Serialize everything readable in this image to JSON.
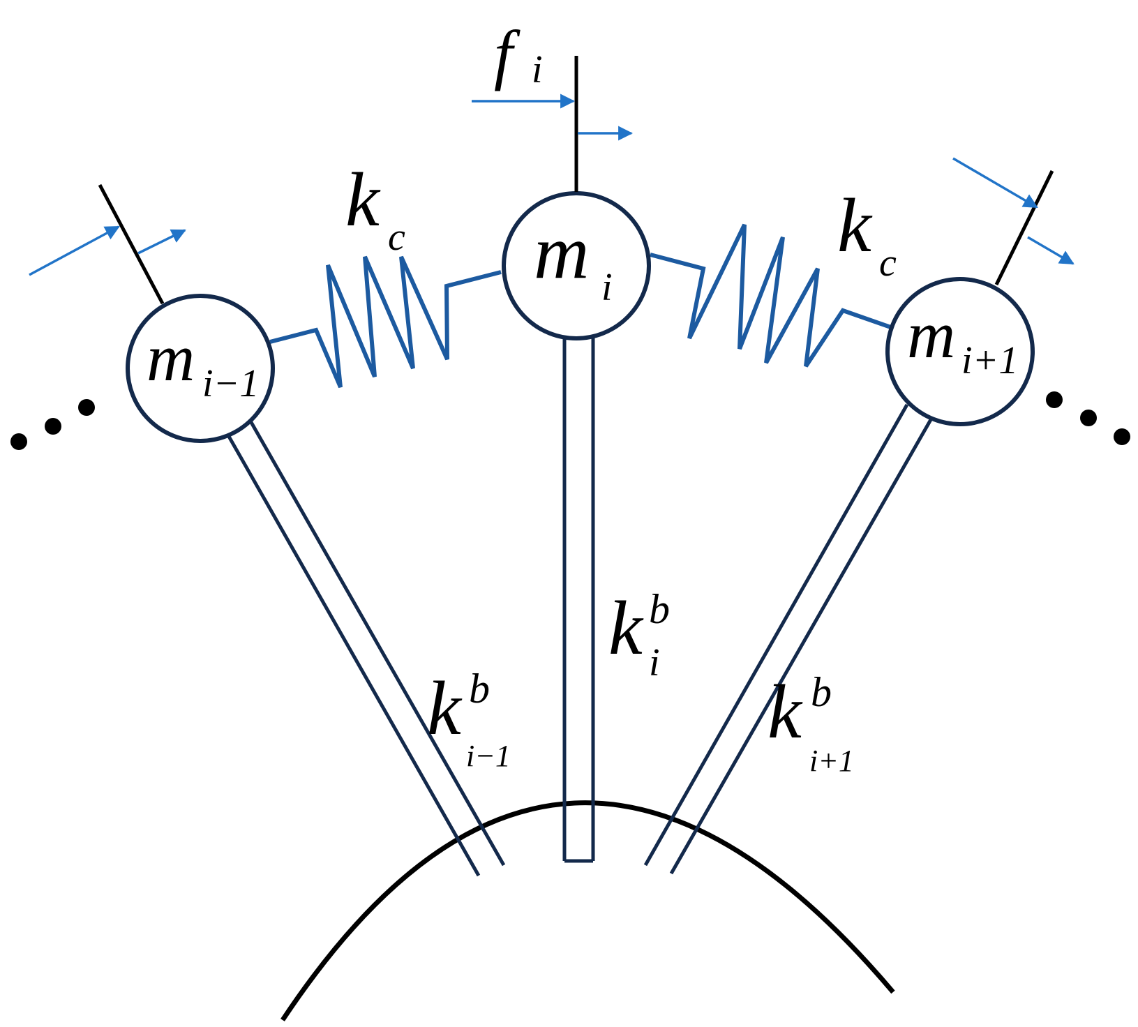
{
  "labels": {
    "force_letter": "f",
    "force_sub": "i",
    "kc_letter": "k",
    "kc_sub": "c",
    "m_letter": "m",
    "m_prev_sub": "i−1",
    "m_curr_sub": "i",
    "m_next_sub": "i+1",
    "kb_letter": "k",
    "kb_sup": "b",
    "kb_prev_sub": "i−1",
    "kb_curr_sub": "i",
    "kb_next_sub": "i+1"
  },
  "colors": {
    "ink": "#000000",
    "node": "#13294b",
    "spring": "#1c5aa0",
    "arrow": "#2174c8"
  }
}
